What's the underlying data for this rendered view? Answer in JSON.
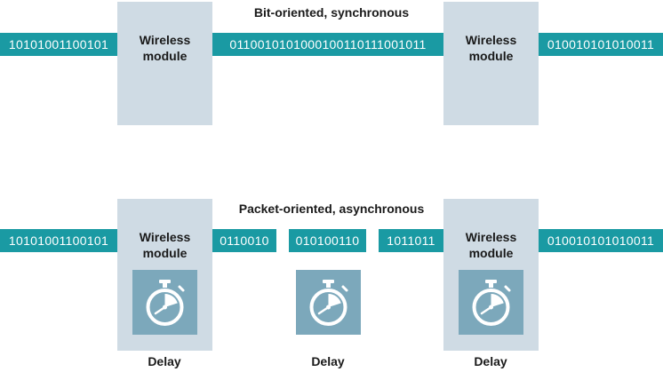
{
  "colors": {
    "bit_stream": "#1a9aa3",
    "module_fill": "#cfdbe4",
    "timer_fill": "#7ca8bb",
    "text": "#1a1a1a",
    "bit_text": "#ffffff"
  },
  "top": {
    "title": "Bit-oriented, synchronous",
    "streams": [
      "10101001100101",
      "0110010101000100110111001011",
      "010010101010011"
    ],
    "modules": [
      {
        "line1": "Wireless",
        "line2": "module"
      },
      {
        "line1": "Wireless",
        "line2": "module"
      }
    ]
  },
  "bottom": {
    "title": "Packet-oriented, asynchronous",
    "streams": [
      "10101001100101",
      "0110010",
      "010100110",
      "1011011",
      "010010101010011"
    ],
    "modules": [
      {
        "line1": "Wireless",
        "line2": "module"
      },
      {
        "line1": "Wireless",
        "line2": "module"
      }
    ],
    "delays": [
      "Delay",
      "Delay",
      "Delay"
    ],
    "icons": [
      "stopwatch-icon",
      "stopwatch-icon",
      "stopwatch-icon"
    ]
  }
}
